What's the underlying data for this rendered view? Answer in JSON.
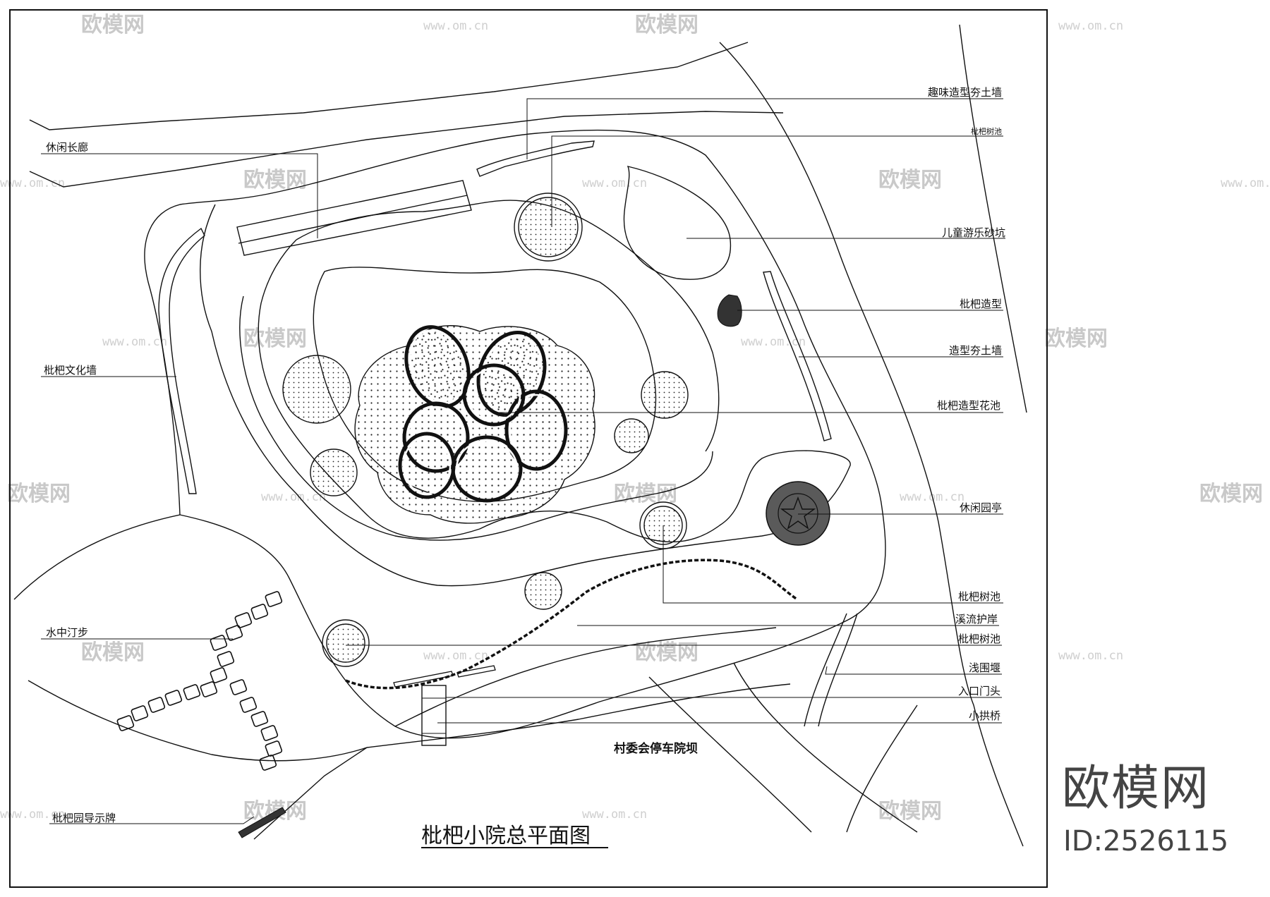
{
  "title": "枇杷小院总平面图",
  "parking_label": "村委会停车院坝",
  "labels_left": [
    {
      "key": "corridor",
      "text": "休闲长廊"
    },
    {
      "key": "culture_wall",
      "text": "枇杷文化墙"
    },
    {
      "key": "stepping_stones",
      "text": "水中汀步"
    },
    {
      "key": "guide_sign",
      "text": "枇杷园导示牌"
    }
  ],
  "labels_right": [
    {
      "key": "fun_wall",
      "text": "趣味造型夯土墙"
    },
    {
      "key": "tree_pool_top",
      "text": "枇杷树池"
    },
    {
      "key": "sandpit",
      "text": "儿童游乐砂坑"
    },
    {
      "key": "loquat_sculpture",
      "text": "枇杷造型"
    },
    {
      "key": "rammed_wall",
      "text": "造型夯土墙"
    },
    {
      "key": "flower_pool",
      "text": "枇杷造型花池"
    },
    {
      "key": "pavilion",
      "text": "休闲园亭"
    },
    {
      "key": "tree_pool_1",
      "text": "枇杷树池"
    },
    {
      "key": "stream_bank",
      "text": "溪流护岸"
    },
    {
      "key": "tree_pool_2",
      "text": "枇杷树池"
    },
    {
      "key": "weir",
      "text": "浅围堰"
    },
    {
      "key": "entrance",
      "text": "入口门头"
    },
    {
      "key": "arch_bridge",
      "text": "小拱桥"
    }
  ],
  "watermark": {
    "text": "欧模网",
    "url": "www.om.cn"
  },
  "brand": {
    "name": "欧模网",
    "id": "ID:2526115"
  },
  "colors": {
    "ink": "#111111",
    "watermark": "#c9c9c9",
    "brand": "#444444"
  }
}
